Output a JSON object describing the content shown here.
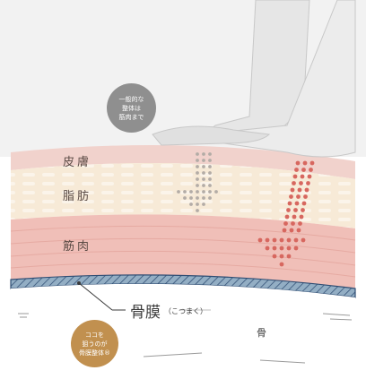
{
  "labels": {
    "skin": "皮膚",
    "fat": "脂肪",
    "muscle": "筋肉",
    "periosteum": "骨膜",
    "periosteum_reading": "（こつまく）",
    "bone": "骨"
  },
  "bubbles": {
    "general": [
      "一般的な",
      "整体は",
      "筋肉まで"
    ],
    "periosteum": [
      "ココを",
      "狙うのが",
      "骨膜整体®"
    ]
  },
  "colors": {
    "skin": "#f1d2cc",
    "fat": "#f7ead7",
    "muscle": "#f0bfb8",
    "periosteum_band": "#93aec4",
    "periosteum_edge": "#2f4d73",
    "dots_gray": "#b3aca6",
    "dots_red": "#d7675f",
    "bubble_gray": "#8f8f8f",
    "bubble_gold": "#c1904f"
  }
}
